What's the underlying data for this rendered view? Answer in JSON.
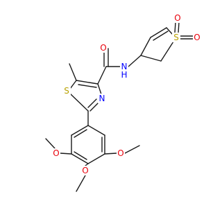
{
  "molecule": {
    "atom_labels": {
      "carbonyl_o": "O",
      "amide_n": "N",
      "amide_h": "H",
      "sulfone_s": "S",
      "sulfone_o_top": "O",
      "sulfone_o_right": "O",
      "thiazole_s": "S",
      "thiazole_n": "N",
      "methoxy_o_left": "O",
      "methoxy_o_center": "O",
      "methoxy_o_right": "O"
    },
    "colors": {
      "bond": "#1a1a1a",
      "oxygen": "#e8000b",
      "nitrogen": "#0000ff",
      "sulfur": "#b8a200"
    }
  }
}
